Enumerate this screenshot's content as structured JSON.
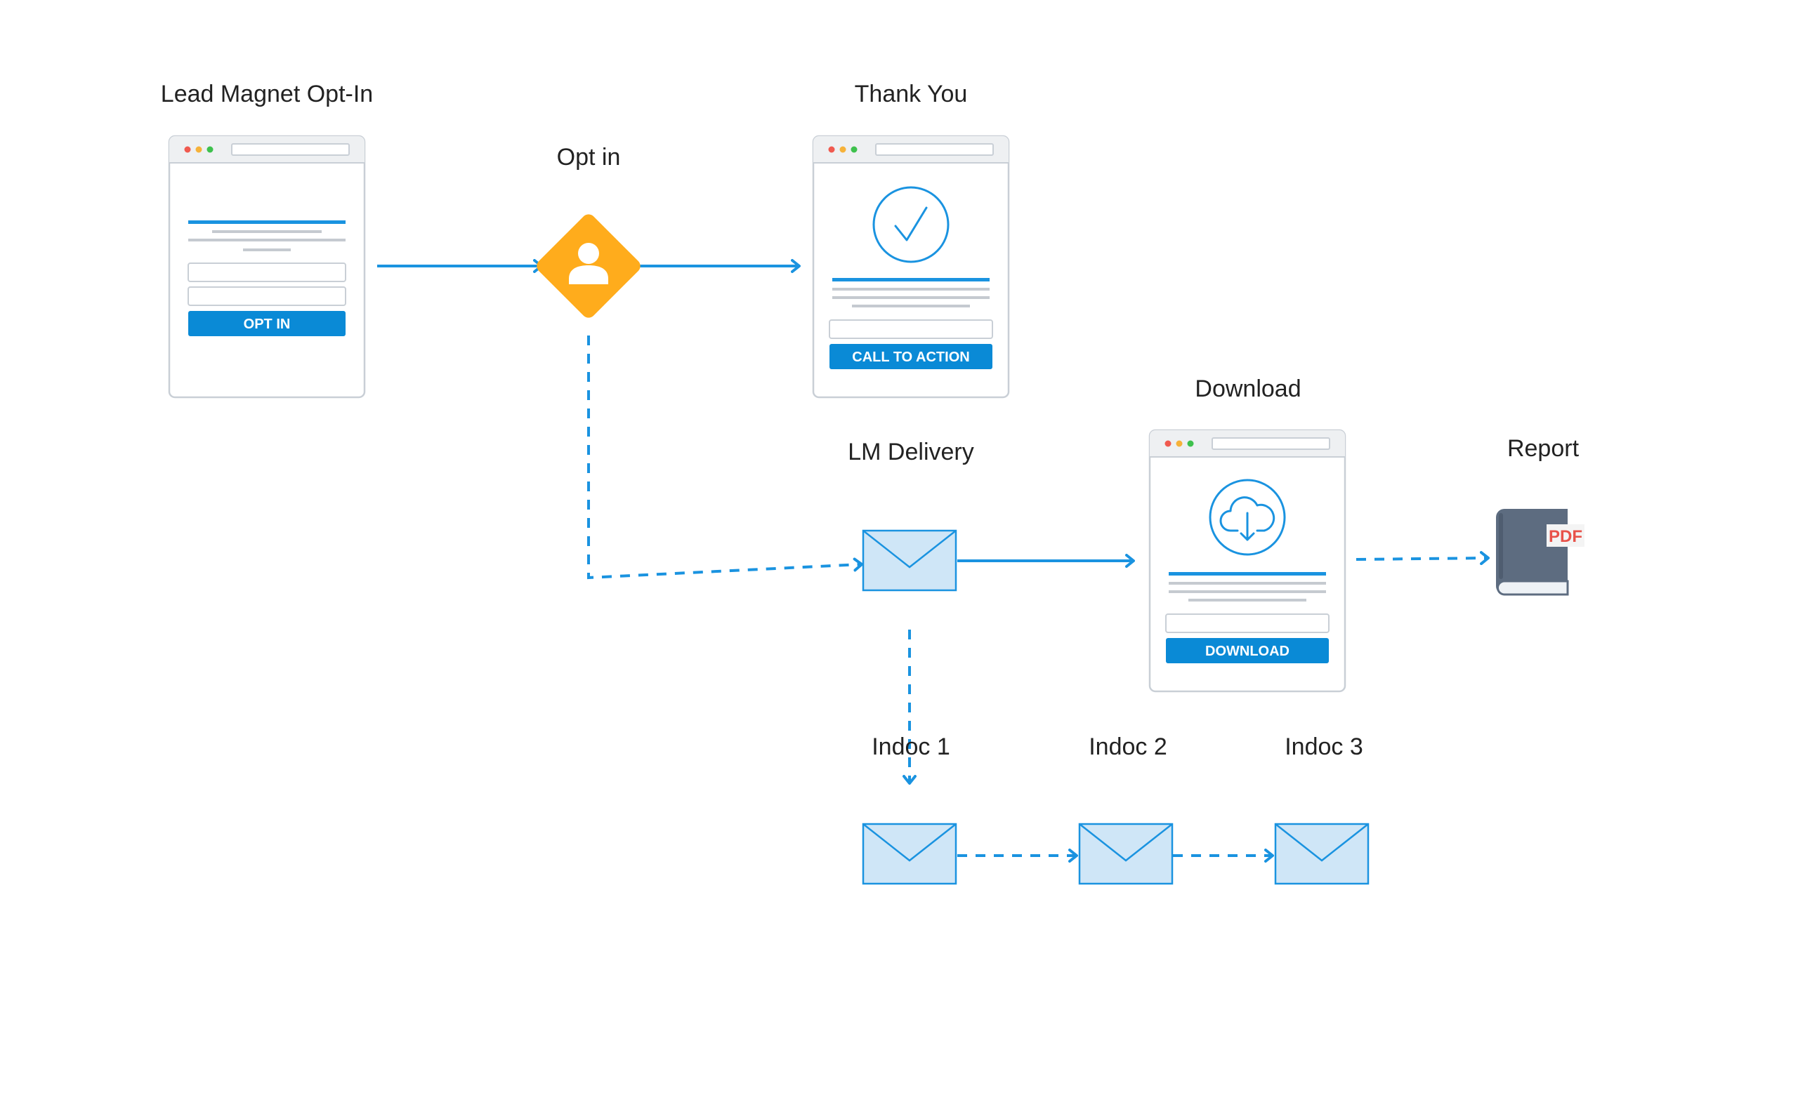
{
  "diagram": {
    "nodes": {
      "lead_magnet": {
        "label": "Lead Magnet Opt-In",
        "button": "OPT IN"
      },
      "opt_in": {
        "label": "Opt in",
        "icon": "user-icon"
      },
      "thank_you": {
        "label": "Thank You",
        "button": "CALL TO ACTION",
        "icon": "checkmark-icon"
      },
      "lm_delivery": {
        "label": "LM Delivery",
        "icon": "envelope-icon"
      },
      "download": {
        "label": "Download",
        "button": "DOWNLOAD",
        "icon": "cloud-download-icon"
      },
      "report": {
        "label": "Report",
        "badge": "PDF",
        "icon": "pdf-book-icon"
      },
      "indoc1": {
        "label": "Indoc 1",
        "icon": "envelope-icon"
      },
      "indoc2": {
        "label": "Indoc 2",
        "icon": "envelope-icon"
      },
      "indoc3": {
        "label": "Indoc 3",
        "icon": "envelope-icon"
      }
    },
    "edges": [
      {
        "from": "Lead Magnet Opt-In",
        "to": "Opt in",
        "style": "solid"
      },
      {
        "from": "Opt in",
        "to": "Thank You",
        "style": "solid"
      },
      {
        "from": "Opt in",
        "to": "LM Delivery",
        "style": "dashed"
      },
      {
        "from": "LM Delivery",
        "to": "Download",
        "style": "solid"
      },
      {
        "from": "Download",
        "to": "Report",
        "style": "dashed"
      },
      {
        "from": "LM Delivery",
        "to": "Indoc 1",
        "style": "dashed"
      },
      {
        "from": "Indoc 1",
        "to": "Indoc 2",
        "style": "dashed"
      },
      {
        "from": "Indoc 2",
        "to": "Indoc 3",
        "style": "dashed"
      }
    ],
    "colors": {
      "accent": "#1a93e0",
      "button": "#0a8ad6",
      "diamond": "#ffac1c",
      "envelope_fill": "#cfe6f7",
      "book": "#5d6c80",
      "pdf": "#e8524a"
    }
  }
}
